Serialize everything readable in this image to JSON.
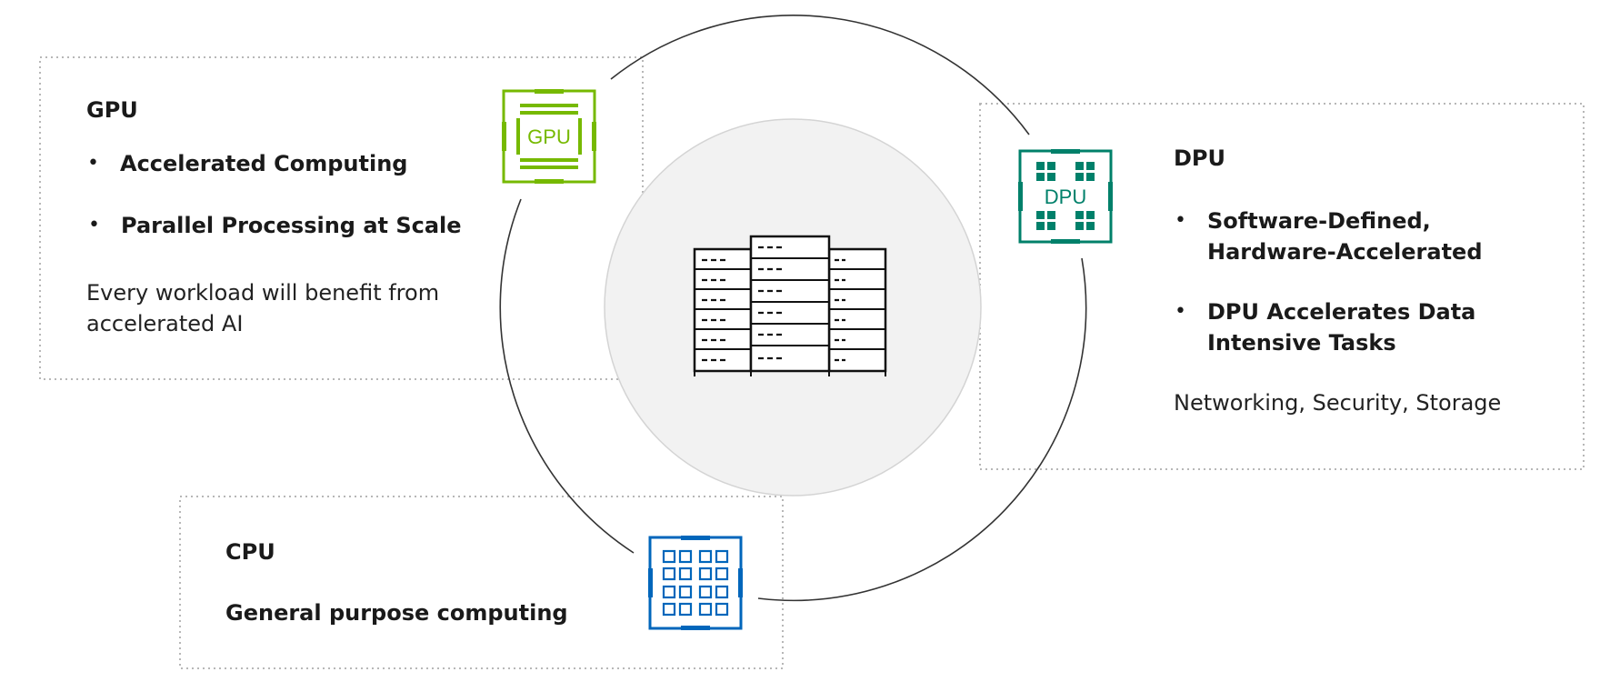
{
  "gpu": {
    "title": "GPU",
    "bullets": [
      "Accelerated Computing",
      "Parallel Processing at Scale"
    ],
    "description": "Every workload will benefit from\naccelerated AI",
    "chip_label": "GPU",
    "color": "#76b900"
  },
  "dpu": {
    "title": "DPU",
    "bullets": [
      "Software-Defined,\nHardware-Accelerated",
      "DPU Accelerates Data\nIntensive Tasks"
    ],
    "description": "Networking, Security, Storage",
    "chip_label": "DPU",
    "color": "#00806a"
  },
  "cpu": {
    "title": "CPU",
    "description": "General purpose computing",
    "color": "#0066bb"
  },
  "bullet_symbol": "•",
  "center_icon": "server-rack-icon"
}
